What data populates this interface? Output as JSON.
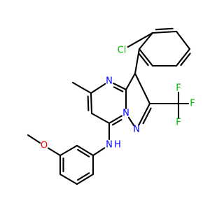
{
  "molecule": {
    "colors": {
      "bond": "#000000",
      "N": "#0000ff",
      "O": "#ff0000",
      "Cl": "#00bb00",
      "F": "#00bb00",
      "C": "#000000"
    },
    "atoms": [
      {
        "id": "Cl",
        "label": "Cl",
        "el": "Cl"
      },
      {
        "id": "N4",
        "label": "N",
        "el": "N"
      },
      {
        "id": "N7a",
        "label": "N",
        "el": "N"
      },
      {
        "id": "N1",
        "label": "N",
        "el": "N"
      },
      {
        "id": "NH",
        "label": "N",
        "el": "N"
      },
      {
        "id": "H",
        "label": "H",
        "el": "N"
      },
      {
        "id": "F1",
        "label": "F",
        "el": "F"
      },
      {
        "id": "F2",
        "label": "F",
        "el": "F"
      },
      {
        "id": "F3",
        "label": "F",
        "el": "F"
      },
      {
        "id": "O",
        "label": "O",
        "el": "O"
      }
    ]
  }
}
